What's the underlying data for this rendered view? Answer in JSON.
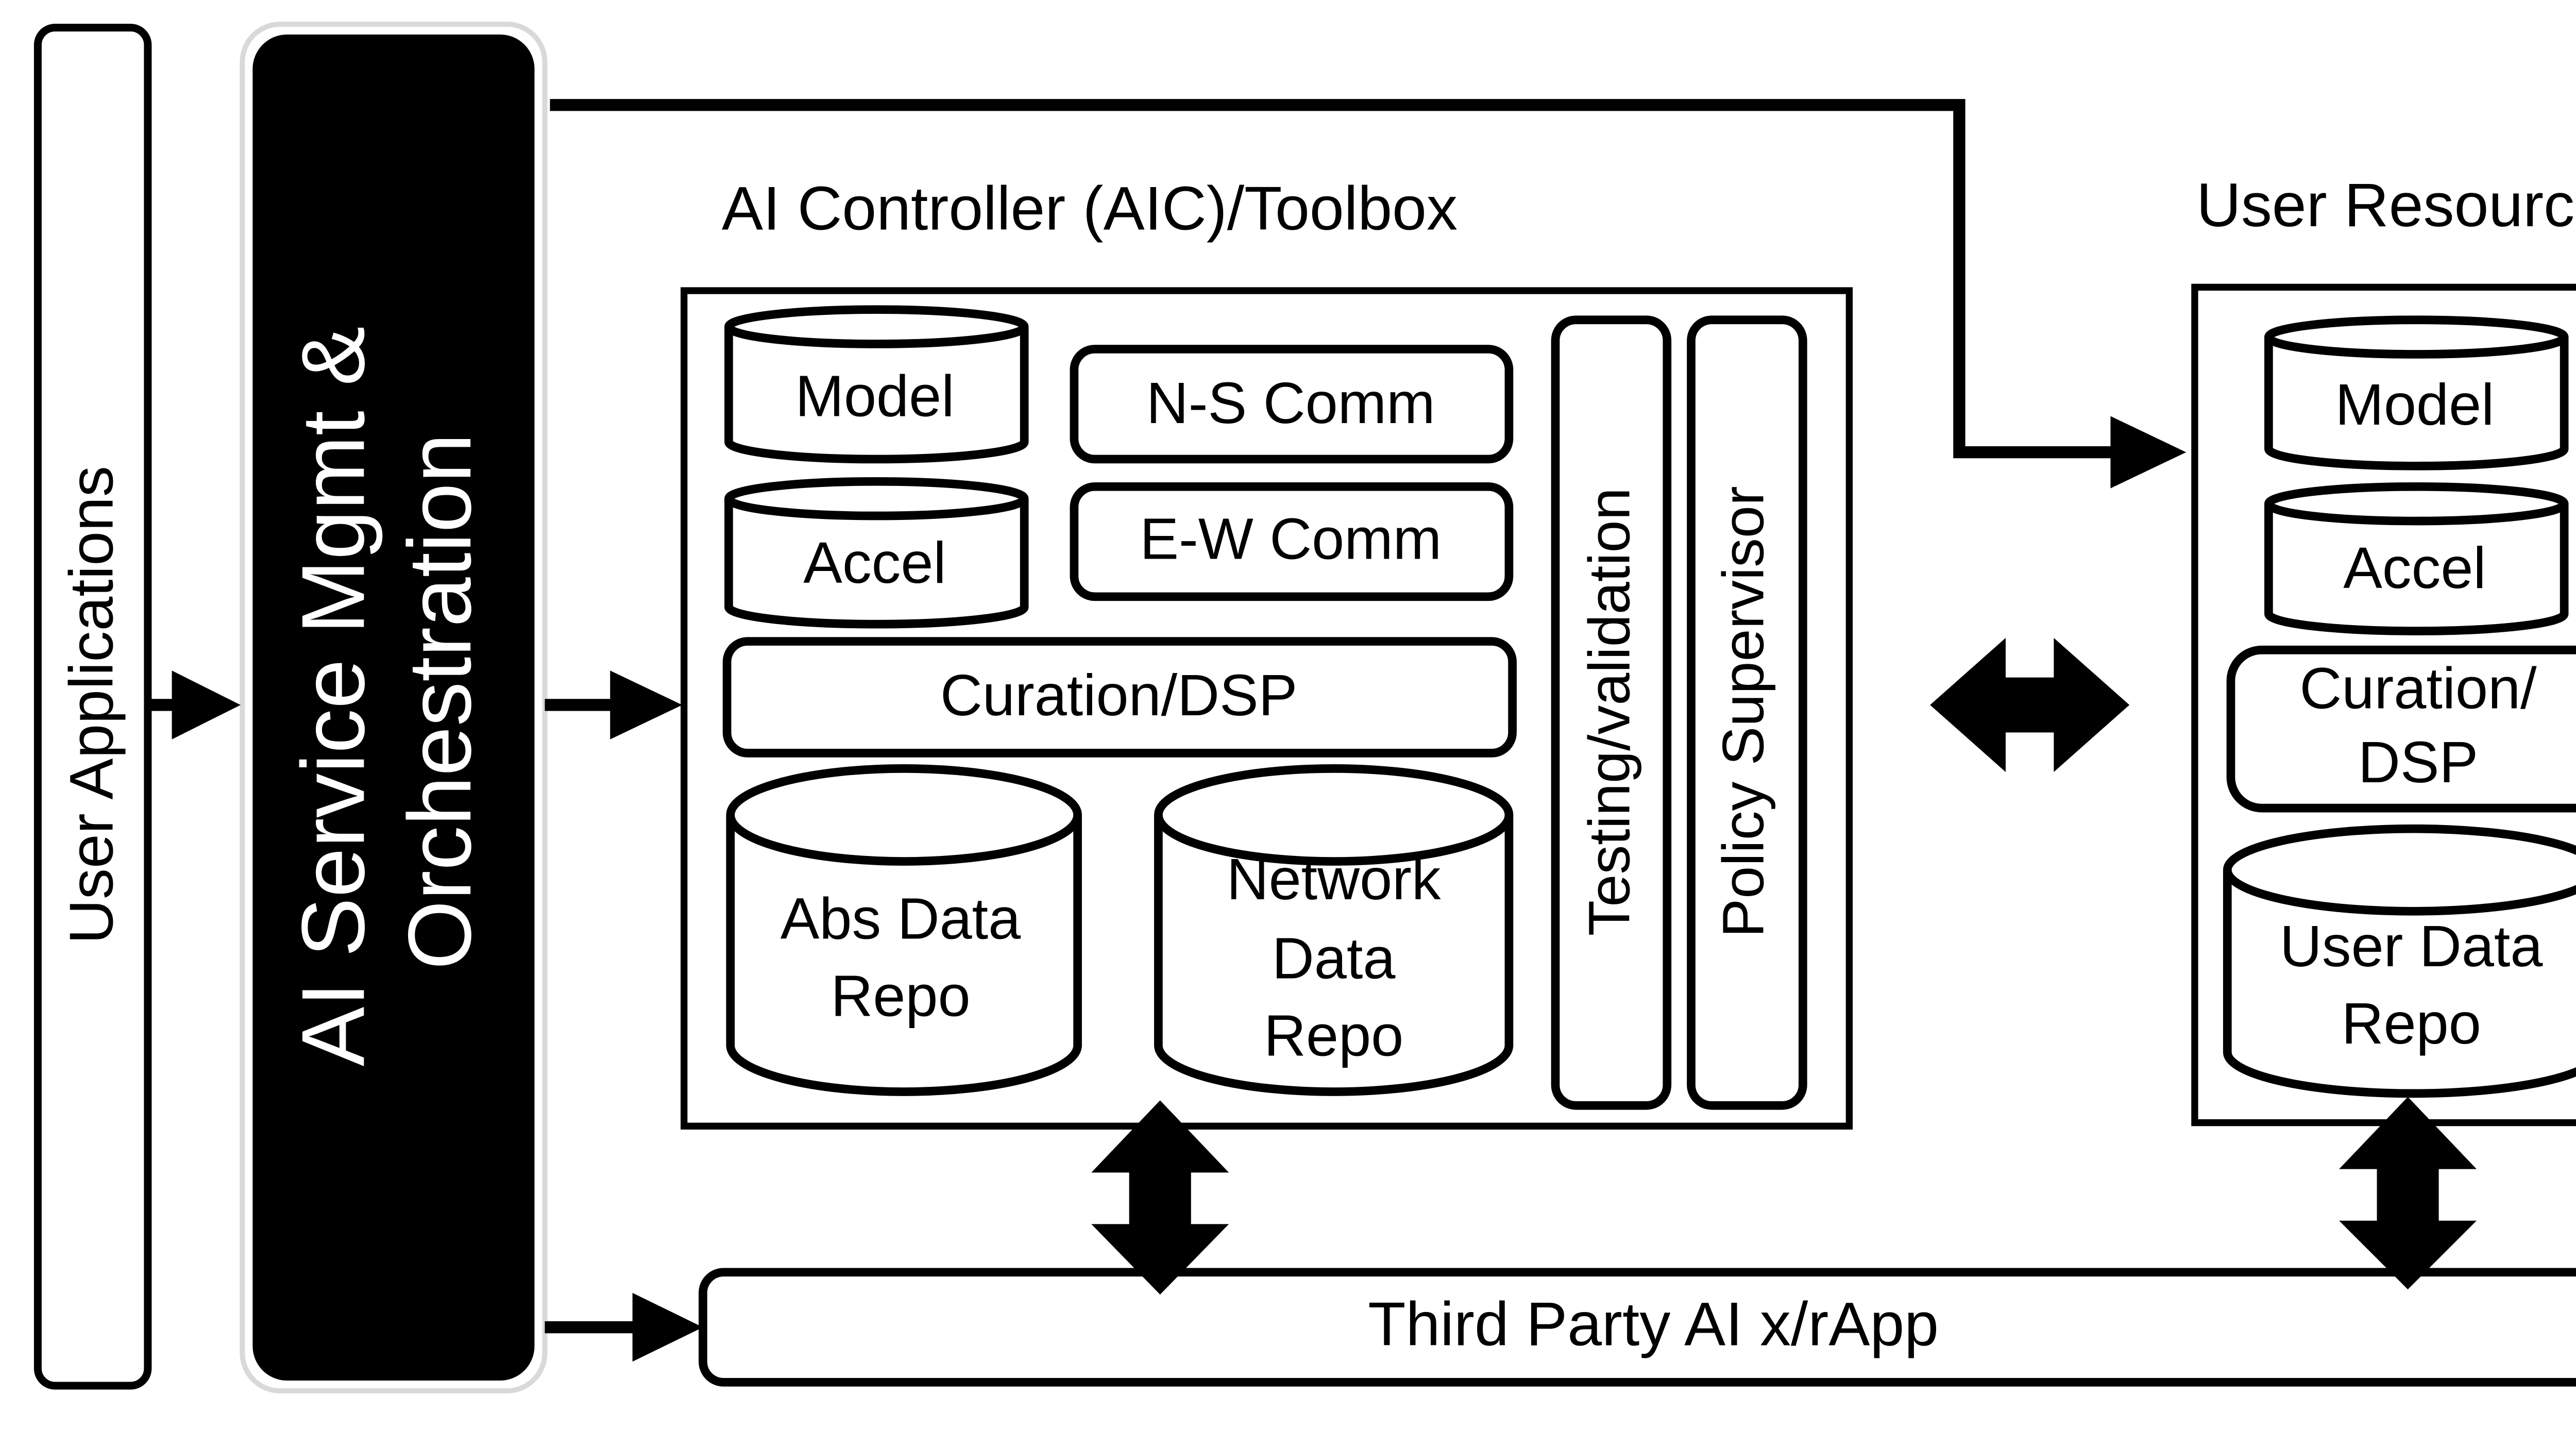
{
  "colors": {
    "ink": "#000000",
    "paper": "#ffffff"
  },
  "user_applications": {
    "label": "User Applications"
  },
  "orchestration": {
    "line1": "AI Service Mgmt &",
    "line2": "Orchestration"
  },
  "aic": {
    "title": "AI Controller (AIC)/Toolbox",
    "model": "Model",
    "accel": "Accel",
    "ns_comm": "N-S Comm",
    "ew_comm": "E-W Comm",
    "curation": "Curation/DSP",
    "abs_repo": {
      "line1": "Abs Data",
      "line2": "Repo"
    },
    "net_repo": {
      "line1": "Network",
      "line2": "Data",
      "line3": "Repo"
    },
    "testing": "Testing/validation",
    "policy": "Policy Supervisor"
  },
  "user_resources": {
    "title": "User Resources",
    "model": "Model",
    "accel": "Accel",
    "curation": {
      "line1": "Curation/",
      "line2": "DSP"
    },
    "user_repo": {
      "line1": "User Data",
      "line2": "Repo"
    }
  },
  "third_party": {
    "label": "Third Party AI x/rApp"
  }
}
